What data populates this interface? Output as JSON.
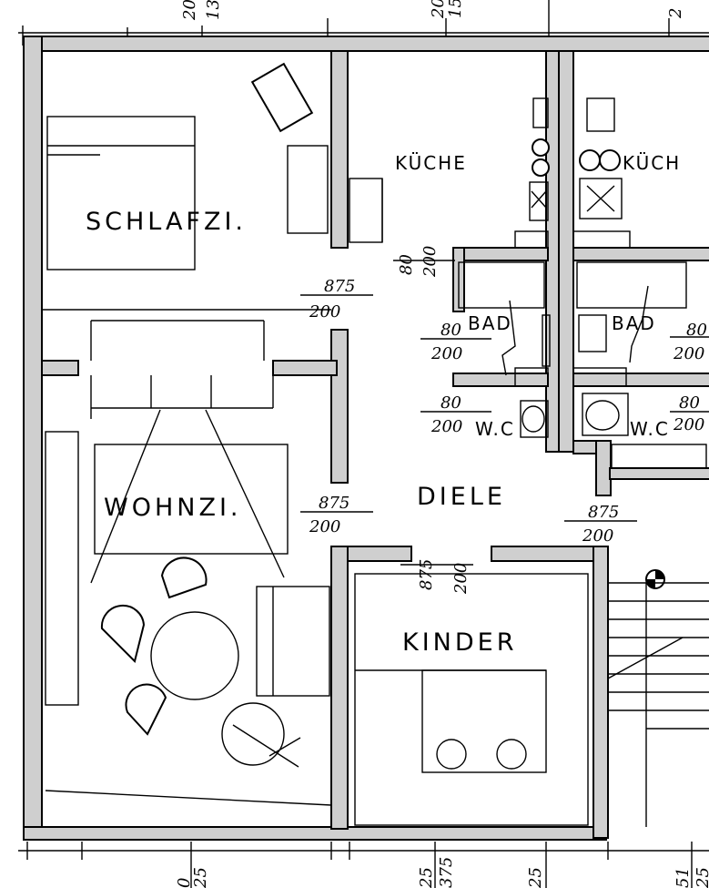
{
  "rooms": {
    "schlafzi": "SCHLAFZI.",
    "kueche": "KÜCHE",
    "kueche_right": "KÜCH",
    "bad": "BAD",
    "bad_right": "BAD",
    "wc": "W.C",
    "wc_right": "W.C",
    "wohnzi": "WOHNZI.",
    "diele": "DIELE",
    "kinder": "KINDER"
  },
  "dimensions": {
    "top_left": "20",
    "top_left_sub": "13",
    "top_mid": "20",
    "top_mid_sub": "15",
    "top_right": "2",
    "schlafzi_door_w": "875",
    "schlafzi_door_h": "200",
    "kueche_door_w": "80",
    "kueche_door_h": "200",
    "bad_door_w": "80",
    "bad_door_h": "200",
    "bad_right_door_w": "80",
    "bad_right_door_h": "200",
    "wc_door_w": "80",
    "wc_door_h": "200",
    "wc_right_door_w": "80",
    "wc_right_door_h": "200",
    "wohnzi_door_w": "875",
    "wohnzi_door_h": "200",
    "kinder_door_w": "875",
    "kinder_door_h": "200",
    "right_door_w": "875",
    "right_door_h": "200",
    "bottom_1": "0",
    "bottom_1b": "25",
    "bottom_2": "25",
    "bottom_2b": "375",
    "bottom_3": "25",
    "bottom_4": "51",
    "bottom_4b": "25"
  }
}
